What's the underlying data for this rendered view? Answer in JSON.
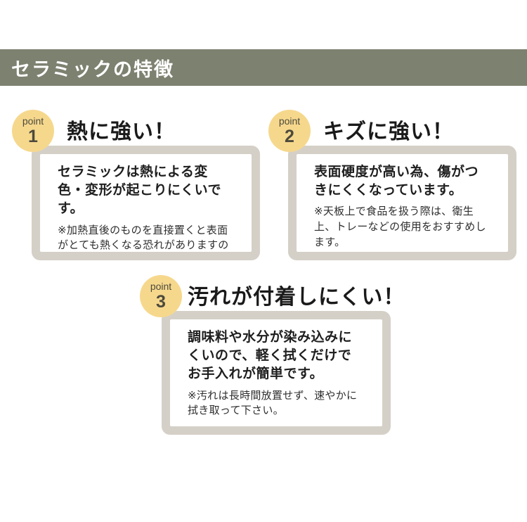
{
  "colors": {
    "banner_olive": "#7d8170",
    "badge_yellow": "#f6d88d",
    "card_frame_beige": "#d5d0c7",
    "badge_text": "#4d4a3c",
    "body_text": "#1e1e1e",
    "background": "#ffffff"
  },
  "header": {
    "title": "セラミックの特徴"
  },
  "points": [
    {
      "badge_label": "point",
      "badge_number": "1",
      "title": "熱に強い！",
      "body": "セラミックは熱による変色・変形が起こりにくいです。",
      "note": "※加熱直後のものを直接置くと表面がとても熱くなる恐れがありますのでご注意下さい。"
    },
    {
      "badge_label": "point",
      "badge_number": "2",
      "title": "キズに強い！",
      "body": "表面硬度が高い為、傷がつきにくくなっています。",
      "note": "※天板上で食品を扱う際は、衛生上、トレーなどの使用をおすすめします。"
    },
    {
      "badge_label": "point",
      "badge_number": "3",
      "title": "汚れが付着しにくい！",
      "body": "調味料や水分が染み込みにくいので、軽く拭くだけでお手入れが簡単です。",
      "note": "※汚れは長時間放置せず、速やかに拭き取って下さい。"
    }
  ]
}
